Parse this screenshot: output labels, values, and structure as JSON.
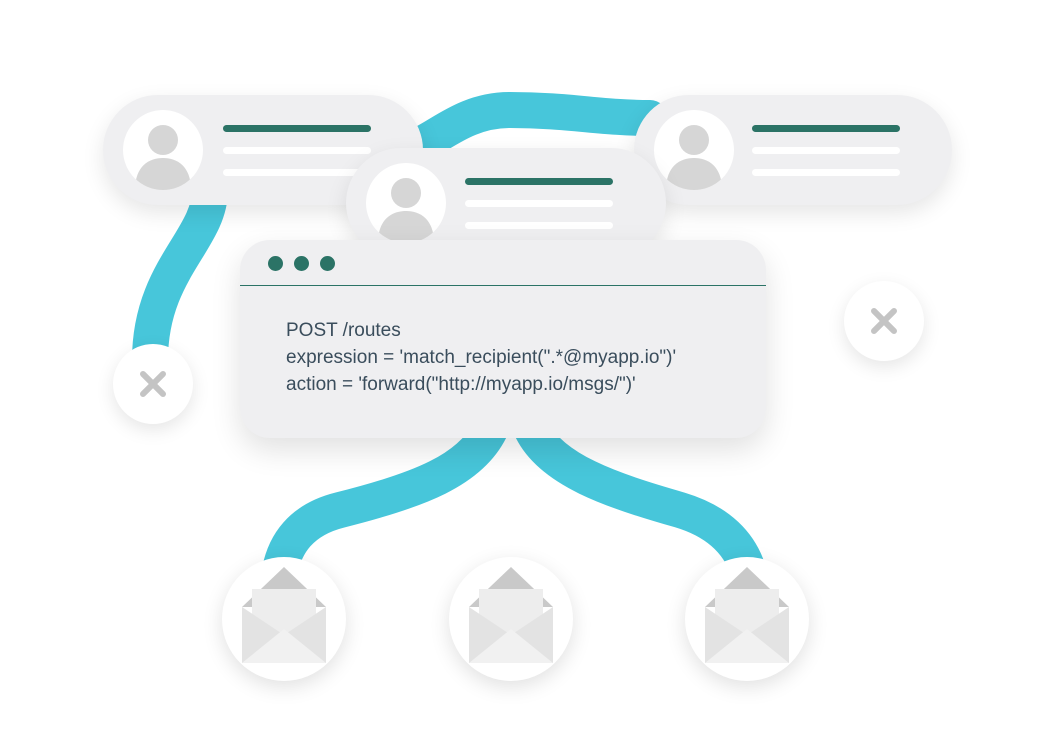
{
  "colors": {
    "pipe": "#47c6da",
    "pipe_dark": "#2e9c97",
    "accent": "#2b7366",
    "card_bg": "#efeff1",
    "code_text": "#3a4d5c",
    "reject_x": "#c4c4c4"
  },
  "route_request": {
    "method_path": "POST /routes",
    "expression": "expression = 'match_recipient(\".*@myapp.io\")'",
    "action": "action = 'forward(\"http://myapp.io/msgs/\")'"
  },
  "messages": [
    {
      "icon": "user-avatar-icon"
    },
    {
      "icon": "user-avatar-icon"
    },
    {
      "icon": "user-avatar-icon"
    }
  ],
  "rejected": [
    {
      "icon": "close-icon"
    },
    {
      "icon": "close-icon"
    }
  ],
  "destinations": [
    {
      "icon": "open-envelope-icon"
    },
    {
      "icon": "open-envelope-icon"
    },
    {
      "icon": "open-envelope-icon"
    }
  ]
}
